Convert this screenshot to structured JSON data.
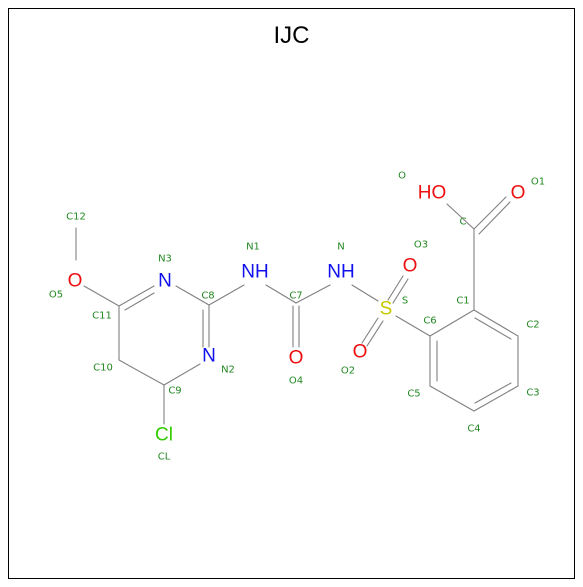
{
  "title": "IJC",
  "colors": {
    "bond": "#808080",
    "nitrogen": "#1010ee",
    "oxygen": "#ee1010",
    "sulfur": "#c8c800",
    "chlorine": "#33cc00",
    "label": "#228822"
  },
  "atoms": {
    "O5": "O",
    "N3": "N",
    "N2": "N",
    "N1": "NH",
    "N": "NH",
    "O4": "O",
    "S": "S",
    "O3": "O",
    "O2": "O",
    "O": "HO",
    "O1": "O",
    "CL": "Cl"
  },
  "labels": {
    "C12": "C12",
    "O5": "O5",
    "C11": "C11",
    "N3": "N3",
    "C8": "C8",
    "N1": "N1",
    "C7": "C7",
    "N": "N",
    "O4": "O4",
    "S": "S",
    "O3": "O3",
    "O2": "O2",
    "O": "O",
    "C": "C",
    "O1": "O1",
    "C1": "C1",
    "C2": "C2",
    "C3": "C3",
    "C4": "C4",
    "C5": "C5",
    "C6": "C6",
    "C10": "C10",
    "C9": "C9",
    "N2": "N2",
    "CL": "CL"
  }
}
